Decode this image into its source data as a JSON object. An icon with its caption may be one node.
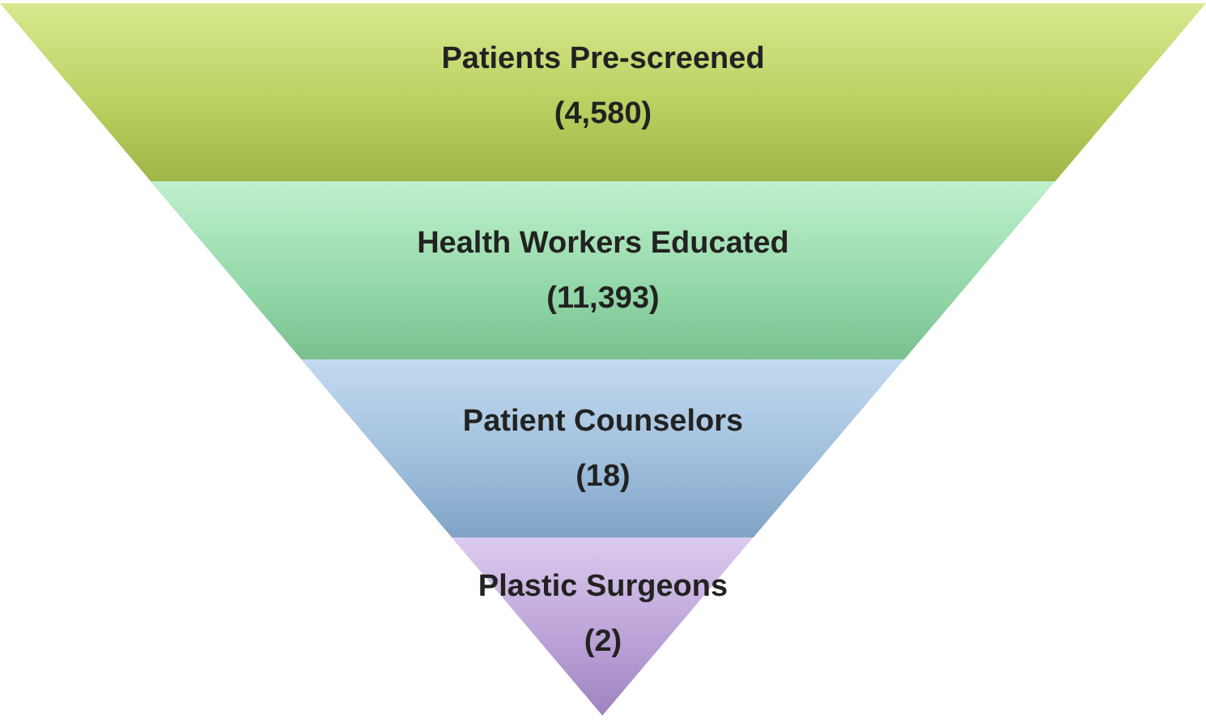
{
  "diagram": {
    "nodes": [
      {
        "text": [
          "Patients Pre-screened",
          "(4,580)"
        ]
      },
      {
        "text": [
          "Health Workers Educated",
          "(11,393)"
        ]
      },
      {
        "text": [
          "Patient Counselors",
          "(18)"
        ]
      },
      {
        "text": [
          "Plastic Surgeons",
          "(2)"
        ]
      }
    ]
  }
}
